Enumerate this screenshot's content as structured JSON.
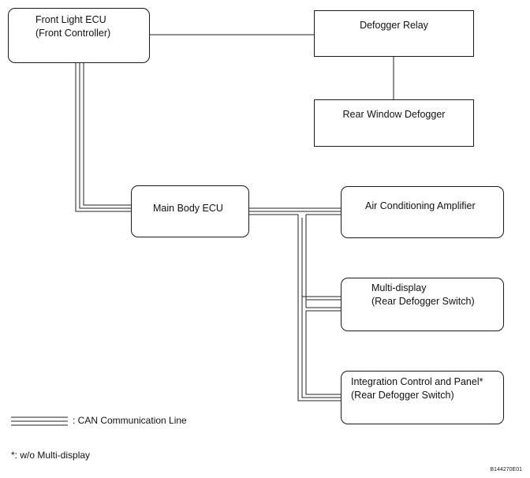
{
  "nodes": {
    "front_light_ecu": {
      "line1": "Front Light ECU",
      "line2": "(Front Controller)"
    },
    "defogger_relay": {
      "label": "Defogger Relay"
    },
    "rear_window_defogger": {
      "label": "Rear Window Defogger"
    },
    "main_body_ecu": {
      "label": "Main Body ECU"
    },
    "air_conditioning_amplifier": {
      "label": "Air Conditioning Amplifier"
    },
    "multi_display": {
      "line1": "Multi-display",
      "line2": "(Rear Defogger Switch)"
    },
    "integration_control_panel": {
      "line1": "Integration Control and Panel*",
      "line2": "(Rear Defogger Switch)"
    }
  },
  "legend": {
    "can_line_label": ": CAN Communication Line"
  },
  "footnote": "*: w/o Multi-display",
  "figure_code": "B144270E01"
}
